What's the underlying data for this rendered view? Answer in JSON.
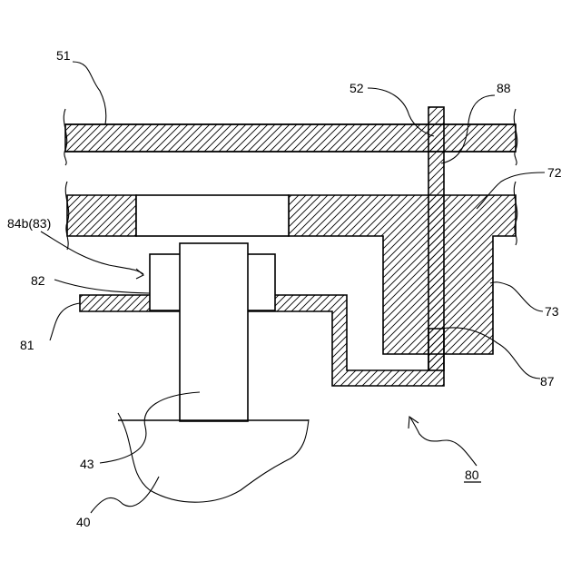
{
  "labels": {
    "l51": "51",
    "l52": "52",
    "l88": "88",
    "l72": "72",
    "l84b": "84b(83)",
    "l82": "82",
    "l81": "81",
    "l73": "73",
    "l87": "87",
    "l43": "43",
    "l40": "40",
    "l80": "80"
  },
  "colors": {
    "line": "#000000",
    "background": "#ffffff"
  }
}
